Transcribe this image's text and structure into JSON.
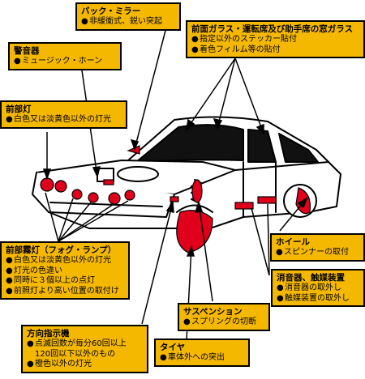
{
  "bullet": "●",
  "labels": {
    "mirror": {
      "title": "バック・ミラー",
      "items": [
        "非緩衝式、鋭い突起"
      ]
    },
    "horn": {
      "title": "警音器",
      "items": [
        "ミュージック・ホーン"
      ]
    },
    "glass": {
      "title": "前面ガラス・運転席及び助手席の窓ガラス",
      "items": [
        "指定以外のステッカー貼付",
        "着色フィルム等の貼付"
      ]
    },
    "headlight": {
      "title": "前部灯",
      "items": [
        "白色又は淡黄色以外の灯光"
      ]
    },
    "foglamp": {
      "title": "前部霧灯（フォグ・ランプ）",
      "items": [
        "白色又は淡黄色以外の灯光",
        "灯光の色違い",
        "同時に３個以上の点灯",
        "前照灯より高い位置の取付け"
      ]
    },
    "wheel": {
      "title": "ホイール",
      "items": [
        "スピンナーの取付"
      ]
    },
    "muffler": {
      "title": "消音器、触媒装置",
      "items": [
        "消音器の取外し",
        "触媒装置の取外し"
      ]
    },
    "suspension": {
      "title": "サスペンション",
      "items": [
        "スプリングの切断"
      ]
    },
    "turn": {
      "title": "方向指示機",
      "items": [
        "点滅回数が毎分60回以上",
        "橙色以外の灯光"
      ],
      "continuation": "120回以下以外のもの"
    },
    "tire": {
      "title": "タイヤ",
      "items": [
        "車体外への突出"
      ]
    }
  },
  "colors": {
    "label_fill": "#f5b800",
    "highlight_red": "#e0001b",
    "line": "#000000"
  }
}
